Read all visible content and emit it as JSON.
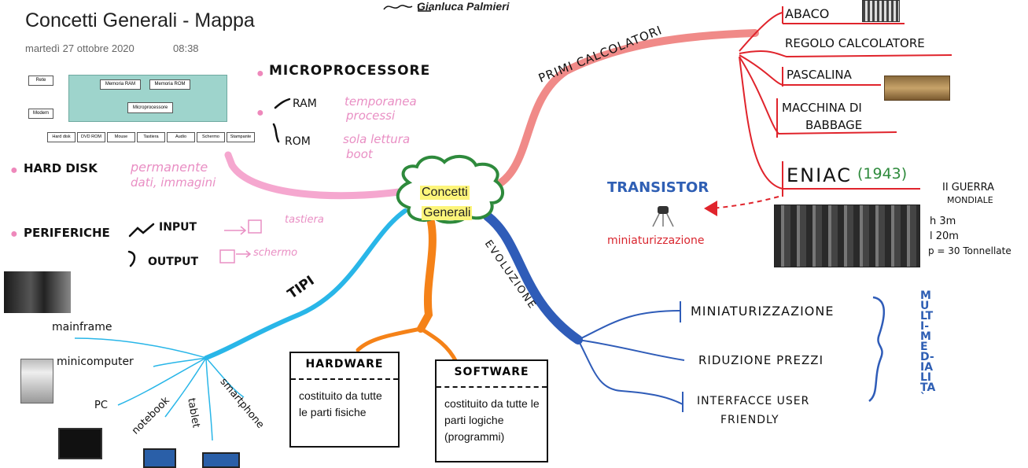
{
  "page": {
    "title": "Concetti Generali - Mappa",
    "date": "martedì 27 ottobre 2020",
    "time": "08:38",
    "author": "Gianluca Palmieri"
  },
  "center": {
    "line1": "Concetti",
    "line2": "Generali"
  },
  "computer_diagram": {
    "top_left": "Rete",
    "bottom_left": "Modem",
    "ram": "Memoria RAM",
    "rom": "Memoria ROM",
    "cpu": "Microprocessore",
    "peripherals": [
      "Hard disk",
      "DVD ROM",
      "Mouse",
      "Tastiera",
      "Audio",
      "Schermo",
      "Stampante"
    ]
  },
  "components": {
    "microprocessore": "MICROPROCESSORE",
    "ram": "RAM",
    "ram_note1": "temporanea",
    "ram_note2": "processi",
    "rom": "ROM",
    "rom_note1": "sola lettura",
    "rom_note2": "boot",
    "hard_disk": "HARD DISK",
    "hd_note1": "permanente",
    "hd_note2": "dati, immagini",
    "periferiche": "PERIFERICHE",
    "input": "INPUT",
    "input_note": "tastiera",
    "output": "OUTPUT",
    "output_note": "schermo"
  },
  "primi_calcolatori": {
    "label": "PRIMI CALCOLATORI",
    "items": [
      "ABACO",
      "REGOLO CALCOLATORE",
      "PASCALINA",
      "MACCHINA DI",
      "BABBAGE",
      "ENIAC"
    ],
    "eniac_year": "(1943)",
    "war1": "II GUERRA",
    "war2": "MONDIALE",
    "dim_h": "h  3m",
    "dim_l": "l  20m",
    "dim_w": "p = 30 Tonnellate"
  },
  "transistor": {
    "label": "TRANSISTOR",
    "note": "miniaturizzazione"
  },
  "evoluzione": {
    "label": "EVOLUZIONE",
    "items": [
      "MINIATURIZZAZIONE",
      "RIDUZIONE PREZZI",
      "INTERFACCE USER",
      "FRIENDLY"
    ],
    "side_label": "MULTI-MED-IALITA`"
  },
  "tipi": {
    "label": "TIPI",
    "items": [
      "mainframe",
      "minicomputer",
      "PC",
      "notebook",
      "tablet",
      "smartphone"
    ]
  },
  "hardware": {
    "title": "HARDWARE",
    "body": "costituito da tutte le parti fisiche"
  },
  "software": {
    "title": "SOFTWARE",
    "body": "costituito da tutte le parti logiche (programmi)"
  },
  "colors": {
    "pink": "#f5a7cf",
    "salmon": "#f08a88",
    "red": "#e0242c",
    "blue_dark": "#2f5cb8",
    "cyan": "#29b6e8",
    "orange": "#f58218",
    "green": "#2e8a3c",
    "teal": "#9ed4cc"
  }
}
